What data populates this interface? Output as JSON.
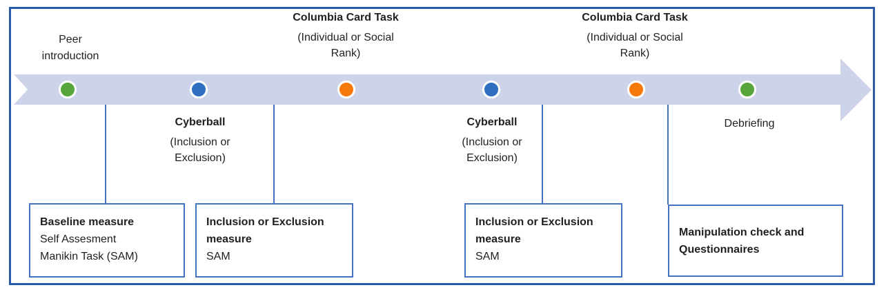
{
  "figure": {
    "description": "Experimental procedure timeline",
    "frame_border_color": "#2b5aa8"
  },
  "timeline": {
    "band_color": "#cdd4ea",
    "direction": "left-to-right",
    "events": [
      {
        "label": "Peer introduction",
        "position": "above",
        "dot_color": "#58a53c",
        "emphasis": "normal"
      },
      {
        "label": "Cyberball",
        "sublabel": "(Inclusion or Exclusion)",
        "position": "below",
        "dot_color": "#2f6fbf",
        "emphasis": "bold"
      },
      {
        "label": "Columbia Card Task",
        "sublabel": "(Individual or Social Rank)",
        "position": "above",
        "dot_color": "#f5780a",
        "emphasis": "bold"
      },
      {
        "label": "Cyberball",
        "sublabel": "(Inclusion or Exclusion)",
        "position": "below",
        "dot_color": "#2f6fbf",
        "emphasis": "bold"
      },
      {
        "label": "Columbia Card Task",
        "sublabel": "(Individual or Social Rank)",
        "position": "above",
        "dot_color": "#f5780a",
        "emphasis": "bold"
      },
      {
        "label": "Debriefing",
        "position": "below",
        "dot_color": "#58a53c",
        "emphasis": "normal"
      }
    ]
  },
  "measure_boxes": [
    {
      "title": "Baseline measure",
      "lines": [
        "Self Assesment",
        "Manikin Task (SAM)"
      ]
    },
    {
      "title": "Inclusion or Exclusion measure",
      "lines": [
        "SAM"
      ]
    },
    {
      "title": "Inclusion or Exclusion measure",
      "lines": [
        "SAM"
      ]
    },
    {
      "title": "Manipulation check and Questionnaires",
      "lines": []
    }
  ],
  "colors": {
    "band": "#cdd4ea",
    "connector": "#4472c4",
    "box_border": "#4472c4",
    "frame_border": "#2b5aa8",
    "dot_green": "#58a53c",
    "dot_blue": "#2f6fbf",
    "dot_orange": "#f5780a",
    "text": "#1f1f1f"
  }
}
